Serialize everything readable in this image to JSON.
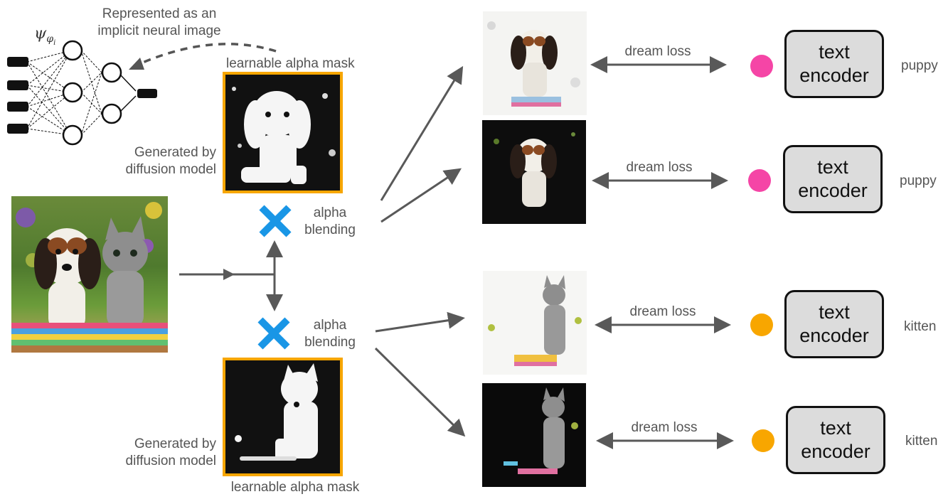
{
  "inr": {
    "symbol": "ψ",
    "subscript": "φ",
    "subscript_sub": "i",
    "caption_line1": "Represented as an",
    "caption_line2": "implicit neural image"
  },
  "mask_top": {
    "title": "learnable alpha mask",
    "gen_line1": "Generated by",
    "gen_line2": "diffusion model"
  },
  "mask_bottom": {
    "title": "learnable alpha mask",
    "gen_line1": "Generated by",
    "gen_line2": "diffusion model"
  },
  "blend_top": {
    "line1": "alpha",
    "line2": "blending"
  },
  "blend_bottom": {
    "line1": "alpha",
    "line2": "blending"
  },
  "rows": [
    {
      "loss": "dream loss",
      "enc1": "text",
      "enc2": "encoder",
      "word": "puppy",
      "dot_color": "#f545a6"
    },
    {
      "loss": "dream loss",
      "enc1": "text",
      "enc2": "encoder",
      "word": "puppy",
      "dot_color": "#f545a6"
    },
    {
      "loss": "dream loss",
      "enc1": "text",
      "enc2": "encoder",
      "word": "kitten",
      "dot_color": "#f8a600"
    },
    {
      "loss": "dream loss",
      "enc1": "text",
      "enc2": "encoder",
      "word": "kitten",
      "dot_color": "#f8a600"
    }
  ],
  "colors": {
    "arrow": "#595959",
    "mask_border": "#f7a600",
    "blend_x": "#1996e6",
    "encoder_fill": "#dcdcdc"
  }
}
